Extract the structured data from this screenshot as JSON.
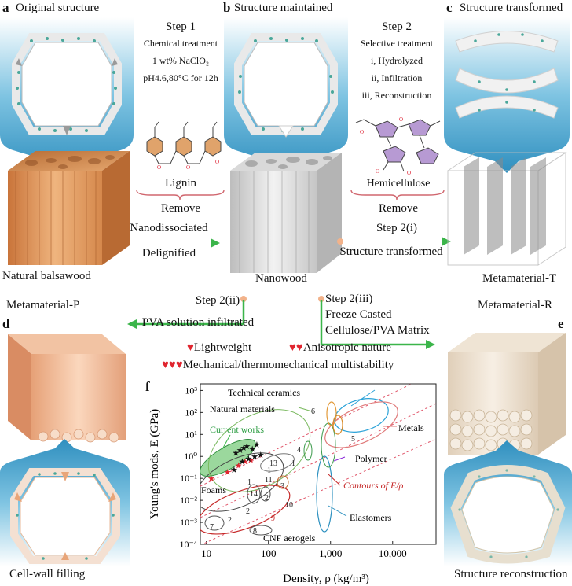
{
  "panels": {
    "a": {
      "letter": "a",
      "title": "Original structure",
      "caption": "Natural balsawood"
    },
    "b": {
      "letter": "b",
      "title": "Structure maintained",
      "caption": "Nanowood"
    },
    "c": {
      "letter": "c",
      "title": "Structure transformed",
      "caption": "Metamaterial-T"
    },
    "d": {
      "letter": "d",
      "title": "Metamaterial-P",
      "caption": "Cell-wall filling"
    },
    "e": {
      "letter": "e",
      "title": "Metamaterial-R",
      "caption": "Structure reconstruction"
    },
    "f": {
      "letter": "f"
    }
  },
  "step1": {
    "title": "Step 1",
    "lines": [
      "Chemical treatment",
      "1 wt% NaClO₂",
      "pH4.6,80°C for 12h"
    ],
    "molecule": "Lignin",
    "action": "Remove",
    "arrow_top": "Nanodissociated",
    "arrow_bottom": "Delignified"
  },
  "step2": {
    "title": "Step 2",
    "lines": [
      "Selective treatment",
      "i, Hydrolyzed",
      "ii, Infiltration",
      "iii, Reconstruction"
    ],
    "molecule": "Hemicellulose",
    "action": "Remove",
    "arrow_top": "Step 2(i)",
    "arrow_bottom": "Structure transformed"
  },
  "step2ii": {
    "title": "Step 2(ii)",
    "desc": "PVA solution infiltrated"
  },
  "step2iii": {
    "title": "Step 2(iii)",
    "line1": "Freeze Casted",
    "line2": "Cellulose/PVA Matrix"
  },
  "features": {
    "f1": "Lightweight",
    "f2": "Anisotropic nature",
    "f3": "Mechanical/thermomechanical multistability"
  },
  "colors": {
    "heart": "#e0252f",
    "green_arrow": "#3bb54a",
    "orange_arrow": "#e99b5b",
    "water": "#3b9ec7",
    "wood": "#d9924f"
  },
  "chart_data": {
    "type": "scatter",
    "xlabel": "Density, ρ (kg/m³)",
    "ylabel": "Young's mods, E (GPa)",
    "x_scale": "log",
    "y_scale": "log",
    "xlim": [
      8,
      50000
    ],
    "ylim": [
      0.0001,
      2000
    ],
    "x_ticks": [
      "10",
      "100",
      "1,000",
      "10,000"
    ],
    "y_ticks": [
      "10⁻⁴",
      "10⁻³",
      "10⁻²",
      "10⁻¹",
      "10⁰",
      "10¹",
      "10²",
      "10³"
    ],
    "region_labels": {
      "ceramics": "Technical ceramics",
      "natural": "Natural materials",
      "current": "Current works",
      "metals": "Metals",
      "polymer": "Polymer",
      "contours": "Contours of E/ρ",
      "foams": "Foams",
      "elastomers": "Elastomers",
      "cnf": "CNF aerogels"
    },
    "current_works_points": [
      {
        "x": 30,
        "y": 1.5
      },
      {
        "x": 35,
        "y": 2.0
      },
      {
        "x": 40,
        "y": 2.5
      },
      {
        "x": 45,
        "y": 3.0
      },
      {
        "x": 55,
        "y": 2.2
      },
      {
        "x": 65,
        "y": 3.5
      },
      {
        "x": 38,
        "y": 0.6
      },
      {
        "x": 48,
        "y": 0.8
      },
      {
        "x": 60,
        "y": 1.0
      },
      {
        "x": 75,
        "y": 1.2
      },
      {
        "x": 28,
        "y": 0.25
      }
    ],
    "red_points": [
      {
        "x": 12,
        "y": 0.1
      },
      {
        "x": 22,
        "y": 0.2
      },
      {
        "x": 33,
        "y": 0.4
      },
      {
        "x": 42,
        "y": 0.6
      },
      {
        "x": 52,
        "y": 0.7
      }
    ],
    "numbered_labels": [
      "1",
      "1",
      "1",
      "13",
      "11",
      "14",
      "2",
      "2",
      "2",
      "3",
      "4",
      "5",
      "6",
      "7",
      "8",
      "9",
      "10"
    ]
  }
}
